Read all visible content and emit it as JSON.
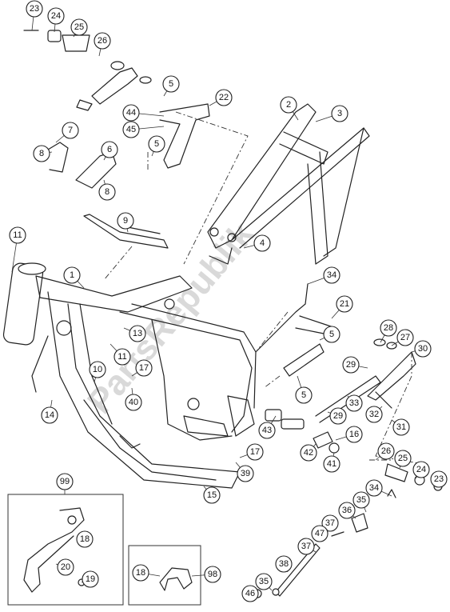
{
  "watermark": "PartsRepublik",
  "callouts": [
    "23",
    "24",
    "25",
    "26",
    "5",
    "22",
    "2",
    "3",
    "44",
    "45",
    "7",
    "8",
    "6",
    "8",
    "5",
    "9",
    "11",
    "1",
    "4",
    "34",
    "13",
    "11",
    "10",
    "17",
    "40",
    "21",
    "5",
    "28",
    "27",
    "30",
    "29",
    "5",
    "14",
    "33",
    "32",
    "29",
    "43",
    "16",
    "42",
    "41",
    "31",
    "17",
    "39",
    "26",
    "25",
    "24",
    "23",
    "15",
    "99",
    "34",
    "35",
    "36",
    "18",
    "37",
    "47",
    "37",
    "20",
    "38",
    "19",
    "18",
    "98",
    "35",
    "46"
  ]
}
